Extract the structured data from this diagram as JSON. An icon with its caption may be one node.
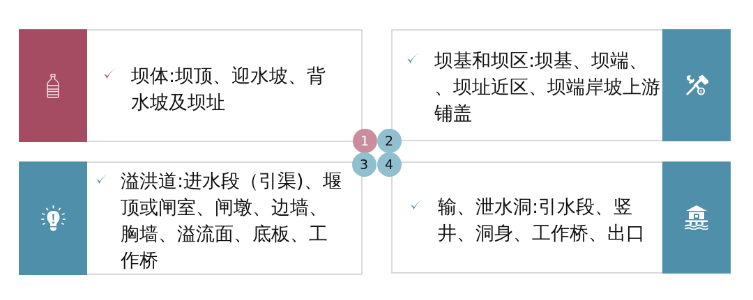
{
  "diagram": {
    "nodes": [
      {
        "text": [
          "坝体:坝顶、迎水坡、背水坡及坝址"
        ]
      },
      {
        "text": [
          "坝基和坝区:坝基、坝端、、坝址近区、坝端岸坡上游铺盖"
        ]
      },
      {
        "text": [
          "1"
        ]
      },
      {
        "text": [
          "2"
        ]
      },
      {
        "text": [
          "3"
        ]
      },
      {
        "text": [
          "4"
        ]
      },
      {
        "text": [
          "溢洪道:进水段（引渠)、堰顶或闸室、闸墩、边墙、胸墙、溢流面、底板、工作桥"
        ]
      },
      {
        "text": [
          "输、泄水洞:引水段、竖井、洞身、工作桥、出口"
        ]
      }
    ],
    "edges": []
  }
}
